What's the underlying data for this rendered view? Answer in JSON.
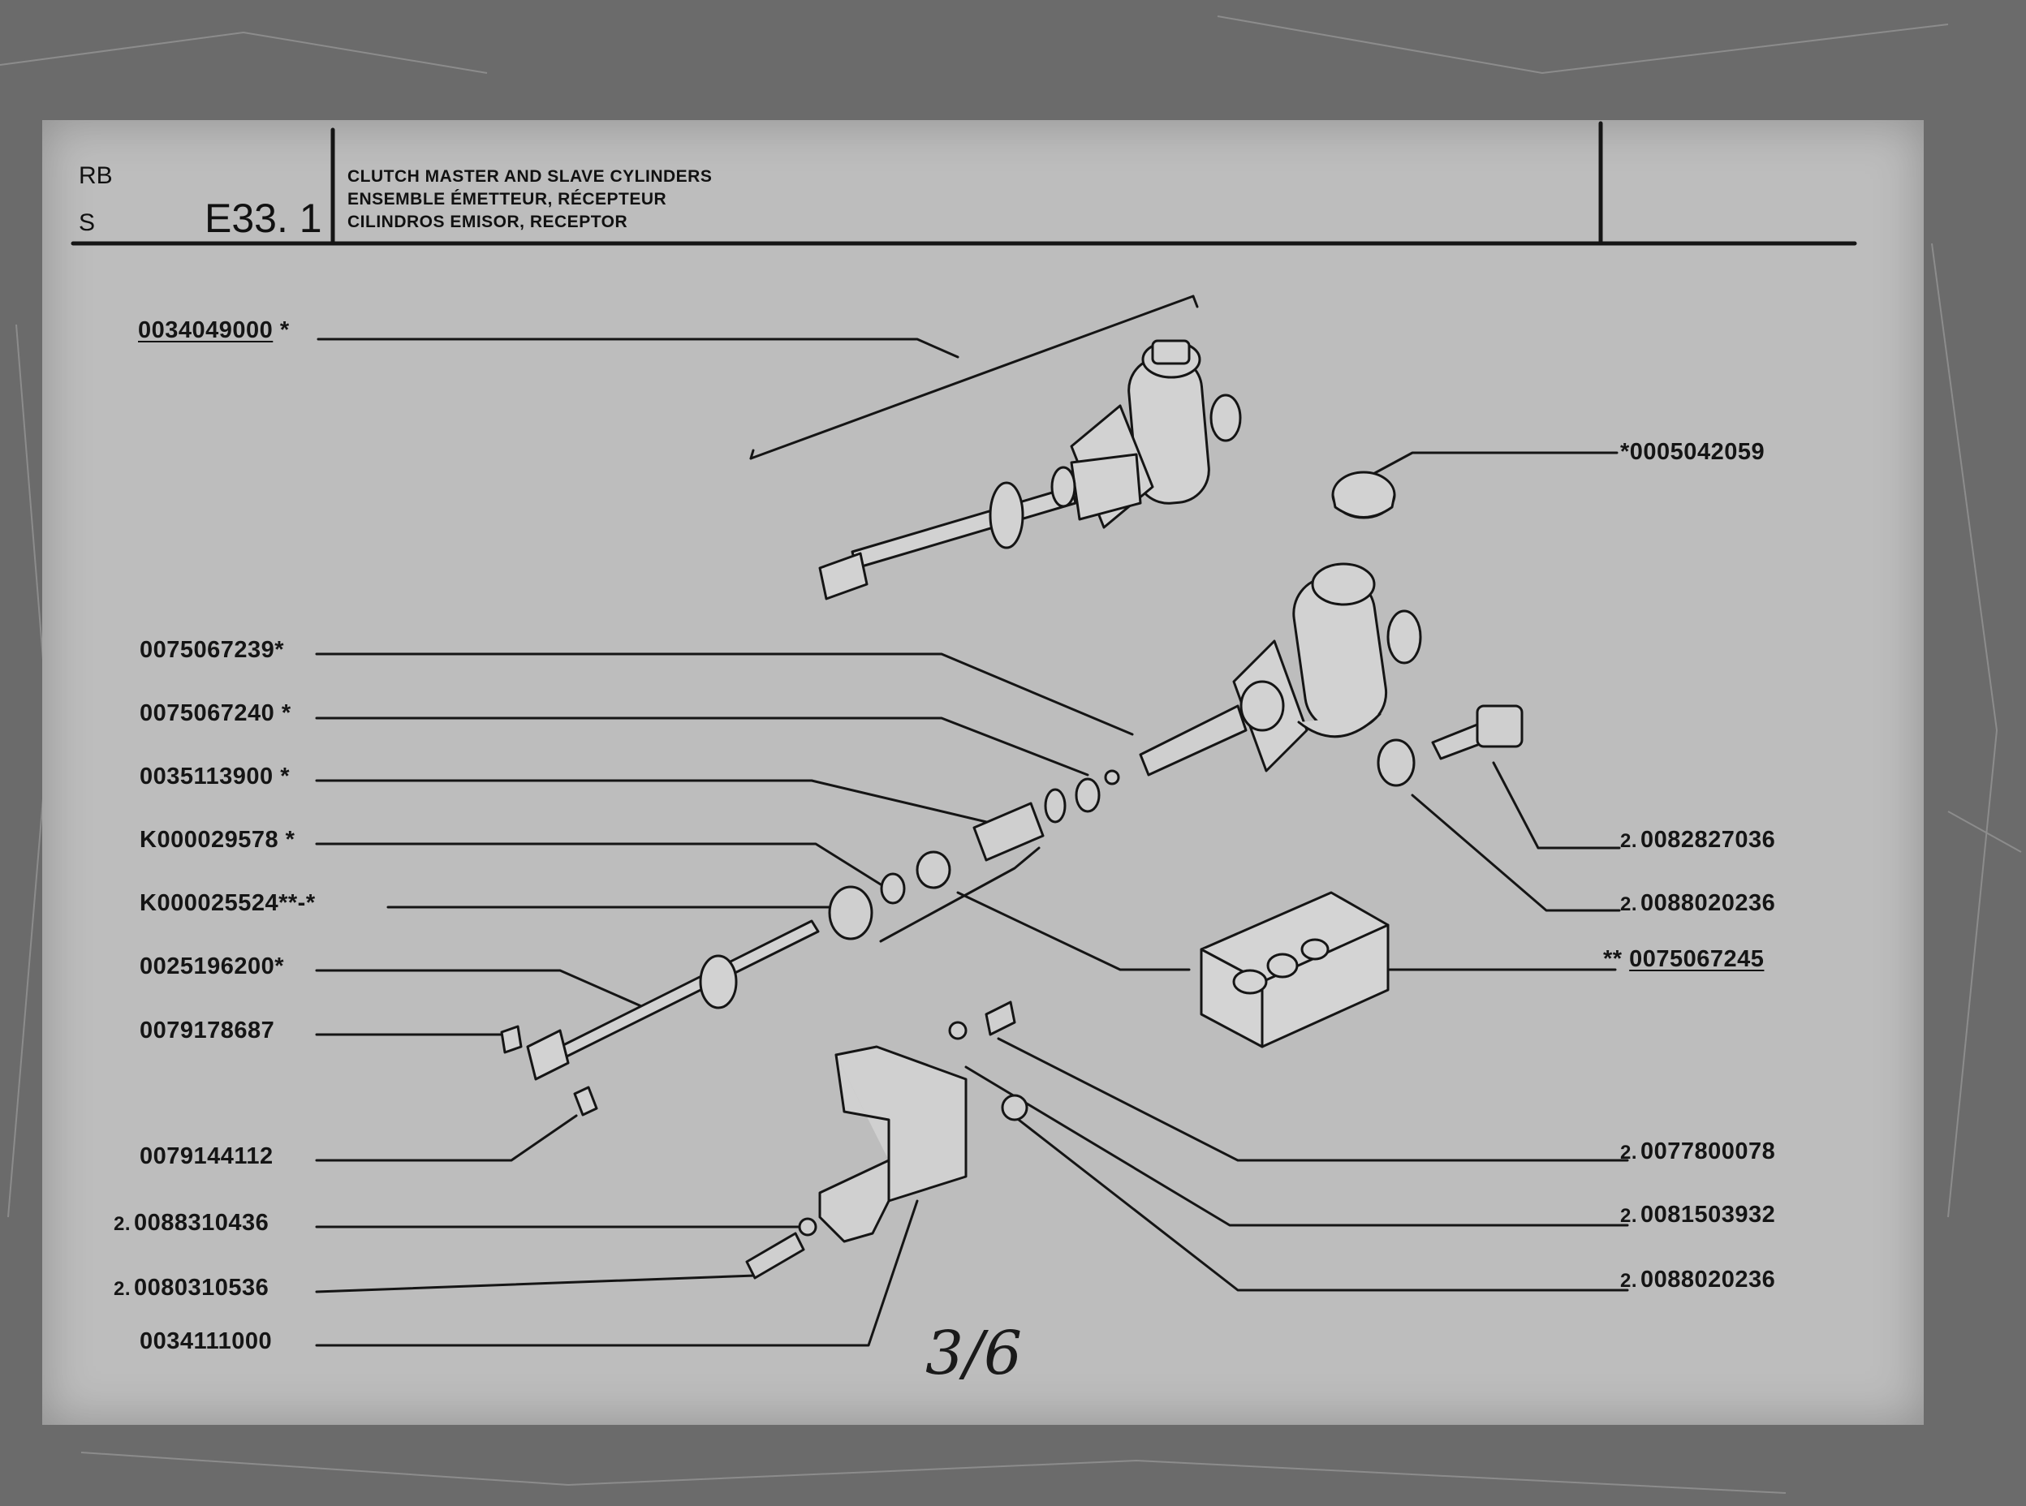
{
  "header": {
    "left_codes": [
      "RB",
      "S"
    ],
    "code": "E33. 1",
    "titles": [
      "CLUTCH MASTER AND SLAVE CYLINDERS",
      "ENSEMBLE ÉMETTEUR, RÉCEPTEUR",
      "CILINDROS EMISOR, RECEPTOR"
    ]
  },
  "parts": {
    "p0034049000": {
      "number": "0034049000",
      "mark": "*"
    },
    "p0005042059": {
      "number": "0005042059",
      "mark": "*"
    },
    "p0075067239": {
      "number": "0075067239",
      "mark": "*"
    },
    "p0075067240": {
      "number": "0075067240",
      "mark": "*"
    },
    "p0035113900": {
      "number": "0035113900",
      "mark": "*"
    },
    "pK000029578": {
      "number": "K000029578",
      "mark": "*"
    },
    "pK000025524": {
      "number": "K000025524",
      "mark": "**-*"
    },
    "p0025196200": {
      "number": "0025196200",
      "mark": "*"
    },
    "p0079178687": {
      "number": "0079178687"
    },
    "p0079144112": {
      "number": "0079144112"
    },
    "p0088310436": {
      "qty": "2.",
      "number": "0088310436"
    },
    "p0080310536": {
      "qty": "2.",
      "number": "0080310536"
    },
    "p0034111000": {
      "number": "0034111000"
    },
    "p0082827036": {
      "qty": "2.",
      "number": "0082827036"
    },
    "p0088020236a": {
      "qty": "2.",
      "number": "0088020236"
    },
    "p0075067245": {
      "mark": "**",
      "number": "0075067245"
    },
    "p0077800078": {
      "qty": "2.",
      "number": "0077800078"
    },
    "p0081503932": {
      "qty": "2.",
      "number": "0081503932"
    },
    "p0088020236b": {
      "qty": "2.",
      "number": "0088020236"
    }
  },
  "handwritten_note": "3/6",
  "colors": {
    "paper": "#bdbdbd",
    "ink": "#151515",
    "background": "#6b6b6b"
  }
}
